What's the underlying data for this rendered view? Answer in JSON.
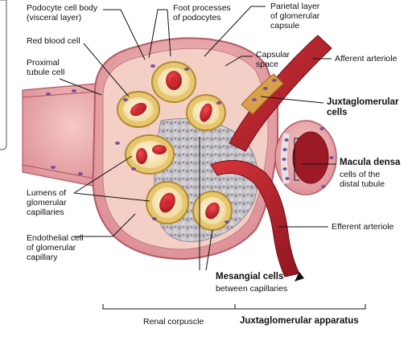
{
  "labels": {
    "podocyte_cell_body": [
      "Podocyte cell body",
      "(visceral layer)"
    ],
    "foot_processes": [
      "Foot processes",
      "of podocytes"
    ],
    "parietal_layer": [
      "Parietal layer",
      "of glomerular",
      "capsule"
    ],
    "red_blood_cell": "Red blood cell",
    "capsular_space": [
      "Capsular",
      "space"
    ],
    "afferent_arteriole": "Afferent arteriole",
    "proximal_tubule_cell": [
      "Proximal",
      "tubule cell"
    ],
    "juxtaglomerular_cells": [
      "Juxtaglomerular",
      "cells"
    ],
    "macula_densa_title": "Macula densa",
    "macula_densa_sub": [
      "cells of the",
      "distal tubule"
    ],
    "lumens_of_capillaries": [
      "Lumens of",
      "glomerular",
      "capillaries"
    ],
    "efferent_arteriole": "Efferent arteriole",
    "endothelial_cell": [
      "Endothelial cell",
      "of glomerular",
      "capillary"
    ],
    "mesangial_title": "Mesangial cells",
    "mesangial_sub": "between capillaries",
    "renal_corpuscle": "Renal corpuscle",
    "juxtaglomerular_apparatus": "Juxtaglomerular apparatus"
  },
  "colors": {
    "capsule_pink": "#e9a3a6",
    "capsule_dark": "#b35a66",
    "podocyte_yellow": "#e7c46b",
    "rbc_red": "#c8202a",
    "arteriole_red": "#b3222c",
    "mesangial_gray": "#b9b6bd",
    "nucleus_purple": "#7a4f9a"
  }
}
